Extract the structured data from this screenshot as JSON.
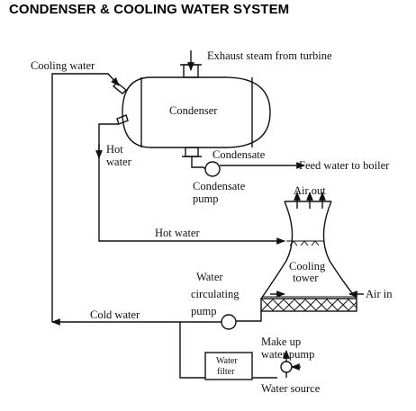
{
  "title": "CONDENSER & COOLING WATER SYSTEM",
  "labels": {
    "cooling_water": "Cooling water",
    "exhaust_steam": "Exhaust steam from turbine",
    "condenser": "Condenser",
    "hot_water_1": "Hot",
    "hot_water_2": "water",
    "condensate": "Condensate",
    "feed_water": "Feed water to boiler",
    "condensate_pump_1": "Condensate",
    "condensate_pump_2": "pump",
    "air_out": "Air out",
    "hot_water_pipe": "Hot water",
    "cooling_tower_1": "Cooling",
    "cooling_tower_2": "tower",
    "water_circ_1": "Water",
    "water_circ_2": "circulating",
    "water_circ_3": "pump",
    "air_in": "Air in",
    "cold_water": "Cold water",
    "makeup_1": "Make up",
    "makeup_2": "water pump",
    "water_filter_1": "Water",
    "water_filter_2": "filter",
    "water_source": "Water source"
  }
}
